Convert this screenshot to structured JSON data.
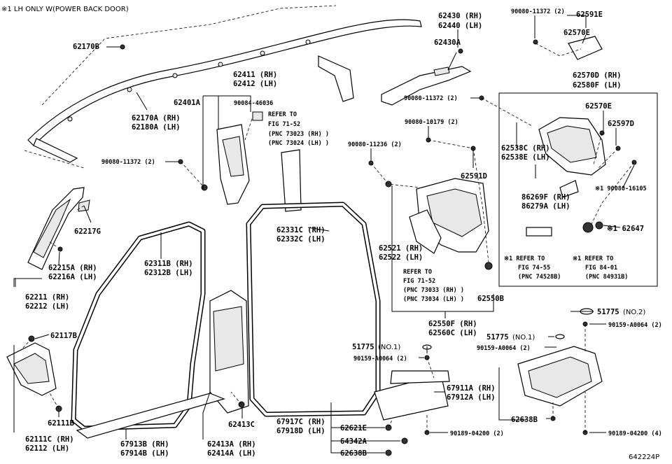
{
  "header_note": "※1  LH ONLY W(POWER BACK DOOR)",
  "figure_code": "642224P",
  "parts": {
    "p62170B": "62170B",
    "p62170A": "62170A (RH)",
    "p62180A": "62180A (LH)",
    "p90080_11372_l": "90080-11372 (2)",
    "p62411": "62411 (RH)",
    "p62412": "62412 (LH)",
    "p62401A": "62401A",
    "p90084": "90084-46036",
    "ref1_a": "REFER TO",
    "ref1_b": "FIG 71-52",
    "ref1_c": "(PNC 73023 (RH) )",
    "ref1_d": "(PNC 73024 (LH) )",
    "p62430": "62430 (RH)",
    "p62440": "62440 (LH)",
    "p62430A": "62430A",
    "p90080_11372_tr": "90080-11372 (2)",
    "p62591E": "62591E",
    "p62570E_top": "62570E",
    "p62570D": "62570D (RH)",
    "p62580F": "62580F (LH)",
    "p90080_11372_mid": "90080-11372 (2)",
    "p62570E_box": "62570E",
    "p62597D": "62597D",
    "p62538C": "62538C (RH)",
    "p62538E": "62538E (LH)",
    "p86269F": "86269F (RH)",
    "p86279A": "86279A (LH)",
    "p90080_16105": "※1 90080-16105",
    "p62647": "※1 62647",
    "ref74_a": "※1 REFER TO",
    "ref74_b": "FIG 74-55",
    "ref74_c": "(PNC 74528B)",
    "ref84_a": "※1 REFER TO",
    "ref84_b": "FIG 84-01",
    "ref84_c": "(PNC 84931B)",
    "p90080_10179": "90080-10179 (2)",
    "p90080_11236": "90080-11236 (2)",
    "p62591D": "62591D",
    "p62521": "62521 (RH)",
    "p62522": "62522 (LH)",
    "ref2_a": "REFER TO",
    "ref2_b": "FIG 71-52",
    "ref2_c": "(PNC 73033 (RH) )",
    "ref2_d": "(PNC 73034 (LH) )",
    "p62550B": "62550B",
    "p62550F": "62550F (RH)",
    "p62560C": "62560C (LH)",
    "p62331C": "62331C (RH)",
    "p62332C": "62332C (LH)",
    "p62311B": "62311B (RH)",
    "p62312B": "62312B (LH)",
    "p62217G": "62217G",
    "p62215A": "62215A (RH)",
    "p62216A": "62216A (LH)",
    "p62211": "62211 (RH)",
    "p62212": "62212 (LH)",
    "p62117B": "62117B",
    "p62111B": "62111B",
    "p62111C": "62111C (RH)",
    "p62112": "62112 (LH)",
    "p67913B": "67913B (RH)",
    "p67914B": "67914B (LH)",
    "p62413C": "62413C",
    "p62413A": "62413A (RH)",
    "p62414A": "62414A (LH)",
    "p51775_a": "51775",
    "p51775_a_note": "(NO.1)",
    "p90159_a": "90159-A0064 (2)",
    "p67911A": "67911A (RH)",
    "p67912A": "67912A (LH)",
    "p67917C": "67917C (RH)",
    "p67918D": "67918D (LH)",
    "p62621E": "62621E",
    "p64342A": "64342A",
    "p62638B_l": "62638B",
    "p90189_a": "90189-04200 (2)",
    "p51775_b": "51775",
    "p51775_b_note": "(NO.2)",
    "p90159_b": "90159-A0064 (2)",
    "p51775_c": "51775",
    "p51775_c_note": "(NO.1)",
    "p90159_c": "90159-A0064 (2)",
    "p62638B_r": "62638B",
    "p90189_b": "90189-04200 (4)"
  }
}
